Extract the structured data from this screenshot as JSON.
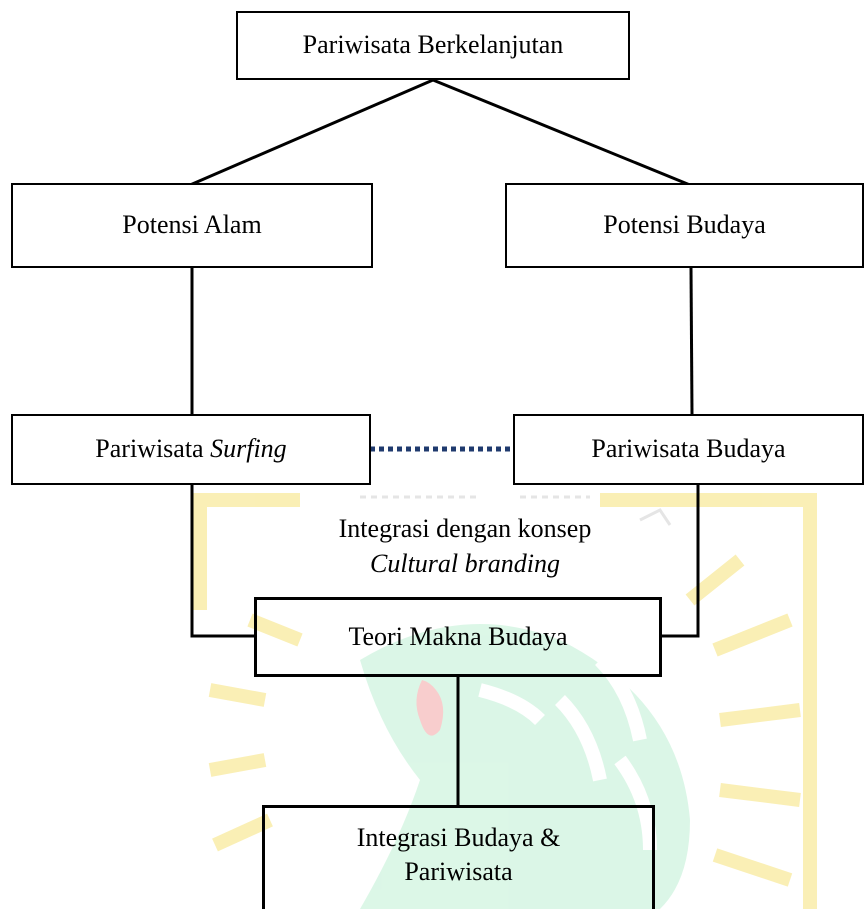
{
  "colors": {
    "line": "#000000",
    "dotted_connector": "#1f3a6e",
    "watermark_yellow": "#f6e27a",
    "watermark_green": "#bff0d4",
    "watermark_red": "#f4a6a6"
  },
  "nodes": {
    "root": {
      "label": "Pariwisata Berkelanjutan"
    },
    "nature": {
      "label": "Potensi Alam"
    },
    "culture": {
      "label": "Potensi Budaya"
    },
    "surfing": {
      "label_prefix": "Pariwisata",
      "label_italic": "Surfing"
    },
    "cultural_tourism": {
      "label": "Pariwisata Budaya"
    },
    "theory": {
      "label": "Teori Makna Budaya"
    },
    "result": {
      "line1": "Integrasi Budaya &",
      "line2": "Pariwisata"
    }
  },
  "annotation": {
    "line1": "Integrasi dengan konsep",
    "line2": "Cultural branding"
  },
  "watermark": {
    "icon": "university-emblem-watermark"
  }
}
